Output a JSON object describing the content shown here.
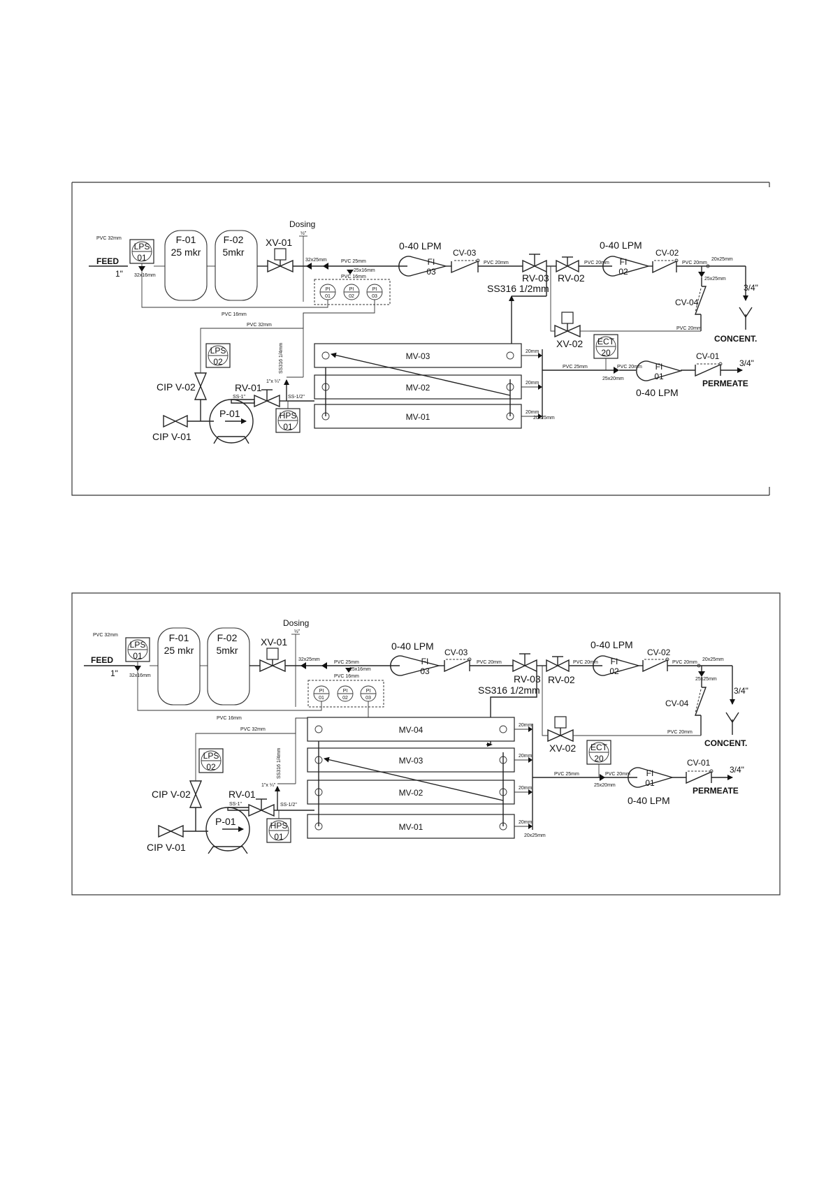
{
  "diagrams": [
    {
      "feed": "FEED",
      "feed_size": "1\"",
      "lps_top": {
        "tag": "LPS",
        "num": "01",
        "pipe": "PVC 32mm",
        "fitting": "32x16mm"
      },
      "filters": [
        {
          "tag": "F-01",
          "spec": "25 mkr"
        },
        {
          "tag": "F-02",
          "spec": "5mkr"
        }
      ],
      "xv01": "XV-01",
      "dosing": "Dosing",
      "dosing_size": "½\"",
      "fitting_32x25": "32x25mm",
      "pvc25_a": "PVC 25mm",
      "fitting_25x16": "25x16mm",
      "pvc16_a": "PVC 16mm",
      "pi": [
        {
          "tag": "PI",
          "num": "01"
        },
        {
          "tag": "PI",
          "num": "02"
        },
        {
          "tag": "PI",
          "num": "03"
        }
      ],
      "pvc16_b": "PVC 16mm",
      "pvc32": "PVC 32mm",
      "fi03_range": "0-40 LPM",
      "fi03": {
        "tag": "FI",
        "num": "03"
      },
      "cv03": "CV-03",
      "pvc20_a": "PVC 20mm",
      "rv03": "RV-03",
      "ss316_half": "SS316 1/2mm",
      "rv02": "RV-02",
      "pvc20_b": "PVC 20mm",
      "fi02_range": "0-40 LPM",
      "fi02": {
        "tag": "FI",
        "num": "02"
      },
      "cv02": "CV-02",
      "pvc20_c": "PVC 20mm",
      "fitting_20x25": "20x25mm",
      "fitting_25x25": "25x25mm",
      "size_34_conc": "3/4\"",
      "cv04": "CV-04",
      "pvc20_d": "PVC 20mm",
      "concent": "CONCENT.",
      "xv02": "XV-02",
      "ect": {
        "tag": "ECT",
        "num": "20"
      },
      "lps_bottom": {
        "tag": "LPS",
        "num": "02"
      },
      "cipv02": "CIP V-02",
      "cipv01": "CIP V-01",
      "rv01": "RV-01",
      "ss1": "SS-1\"",
      "ss12": "SS-1/2\"",
      "fitting_1x14": "1\"x ¼\"",
      "ss316_quarter": "SS316 1/4mm",
      "hps": {
        "tag": "HPS",
        "num": "01"
      },
      "p01": "P-01",
      "membranes": [
        "MV-03",
        "MV-02",
        "MV-01"
      ],
      "mm20_labels": [
        "20mm",
        "20mm",
        "20mm"
      ],
      "fitting_20x25_b": "20x25mm",
      "pvc25_b": "PVC 25mm",
      "pvc20_e": "PVC 20mm",
      "fitting_25x20": "25x20mm",
      "fi01": {
        "tag": "FI",
        "num": "01"
      },
      "fi01_range": "0-40 LPM",
      "cv01": "CV-01",
      "size_34_perm": "3/4\"",
      "permeate": "PERMEATE"
    },
    {
      "feed": "FEED",
      "feed_size": "1\"",
      "lps_top": {
        "tag": "LPS",
        "num": "01",
        "pipe": "PVC 32mm",
        "fitting": "32x16mm"
      },
      "filters": [
        {
          "tag": "F-01",
          "spec": "25 mkr"
        },
        {
          "tag": "F-02",
          "spec": "5mkr"
        }
      ],
      "xv01": "XV-01",
      "dosing": "Dosing",
      "dosing_size": "½\"",
      "fitting_32x25": "32x25mm",
      "pvc25_a": "PVC 25mm",
      "fitting_25x16": "25x16mm",
      "pvc16_a": "PVC 16mm",
      "pi": [
        {
          "tag": "PI",
          "num": "01"
        },
        {
          "tag": "PI",
          "num": "02"
        },
        {
          "tag": "PI",
          "num": "03"
        }
      ],
      "pvc16_b": "PVC 16mm",
      "pvc32": "PVC 32mm",
      "fi03_range": "0-40 LPM",
      "fi03": {
        "tag": "FI",
        "num": "03"
      },
      "cv03": "CV-03",
      "pvc20_a": "PVC 20mm",
      "rv03": "RV-03",
      "ss316_half": "SS316 1/2mm",
      "rv02": "RV-02",
      "pvc20_b": "PVC 20mm",
      "fi02_range": "0-40 LPM",
      "fi02": {
        "tag": "FI",
        "num": "02"
      },
      "cv02": "CV-02",
      "pvc20_c": "PVC 20mm",
      "fitting_20x25": "20x25mm",
      "fitting_25x25": "25x25mm",
      "size_34_conc": "3/4\"",
      "cv04": "CV-04",
      "pvc20_d": "PVC 20mm",
      "concent": "CONCENT.",
      "xv02": "XV-02",
      "ect": {
        "tag": "ECT",
        "num": "20"
      },
      "lps_bottom": {
        "tag": "LPS",
        "num": "02"
      },
      "cipv02": "CIP V-02",
      "cipv01": "CIP V-01",
      "rv01": "RV-01",
      "ss1": "SS-1\"",
      "ss12": "SS-1/2\"",
      "fitting_1x14": "1\"x ¼\"",
      "ss316_quarter": "SS316 1/4mm",
      "hps": {
        "tag": "HPS",
        "num": "01"
      },
      "p01": "P-01",
      "membranes": [
        "MV-04",
        "MV-03",
        "MV-02",
        "MV-01"
      ],
      "mm20_labels": [
        "20mm",
        "20mm",
        "20mm",
        "20mm"
      ],
      "fitting_20x25_b": "20x25mm",
      "pvc25_b": "PVC 25mm",
      "pvc20_e": "PVC 20mm",
      "fitting_25x20": "25x20mm",
      "fi01": {
        "tag": "FI",
        "num": "01"
      },
      "fi01_range": "0-40 LPM",
      "cv01": "CV-01",
      "size_34_perm": "3/4\"",
      "permeate": "PERMEATE"
    }
  ]
}
